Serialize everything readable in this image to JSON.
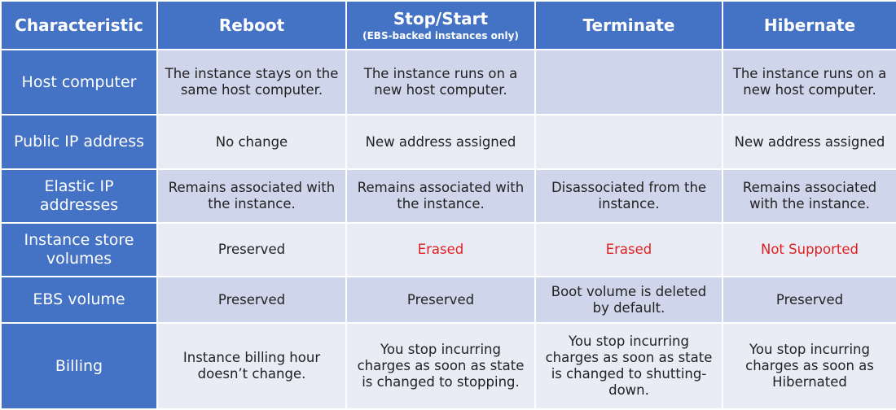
{
  "colors": {
    "header_bg": "#4472C4",
    "band_dark": "#CFD5EA",
    "band_light": "#E9EBF5",
    "warning_text": "#E02020"
  },
  "columns": [
    {
      "label": "Characteristic",
      "sub": ""
    },
    {
      "label": "Reboot",
      "sub": ""
    },
    {
      "label": "Stop/Start",
      "sub": "(EBS-backed instances only)"
    },
    {
      "label": "Terminate",
      "sub": ""
    },
    {
      "label": "Hibernate",
      "sub": ""
    }
  ],
  "rows": [
    {
      "label": "Host computer",
      "cells": [
        {
          "text": "The instance stays on the same host computer.",
          "warn": false
        },
        {
          "text": "The instance runs on a new host computer.",
          "warn": false
        },
        {
          "text": "",
          "warn": false
        },
        {
          "text": "The instance runs on a new host computer.",
          "warn": false
        }
      ]
    },
    {
      "label": "Public IP address",
      "cells": [
        {
          "text": "No change",
          "warn": false
        },
        {
          "text": "New address assigned",
          "warn": false
        },
        {
          "text": "",
          "warn": false
        },
        {
          "text": "New address assigned",
          "warn": false
        }
      ]
    },
    {
      "label": "Elastic IP addresses",
      "cells": [
        {
          "text": "Remains associated with the instance.",
          "warn": false
        },
        {
          "text": "Remains associated with the instance.",
          "warn": false
        },
        {
          "text": "Disassociated from the instance.",
          "warn": false
        },
        {
          "text": "Remains associated with the instance.",
          "warn": false
        }
      ]
    },
    {
      "label": "Instance store volumes",
      "cells": [
        {
          "text": "Preserved",
          "warn": false
        },
        {
          "text": "Erased",
          "warn": true
        },
        {
          "text": "Erased",
          "warn": true
        },
        {
          "text": "Not Supported",
          "warn": true
        }
      ]
    },
    {
      "label": "EBS volume",
      "cells": [
        {
          "text": "Preserved",
          "warn": false
        },
        {
          "text": "Preserved",
          "warn": false
        },
        {
          "text": "Boot volume is deleted by default.",
          "warn": false
        },
        {
          "text": "Preserved",
          "warn": false
        }
      ]
    },
    {
      "label": "Billing",
      "cells": [
        {
          "text": "Instance billing hour doesn’t change.",
          "warn": false
        },
        {
          "text": "You stop incurring charges as soon as state is changed to stopping.",
          "warn": false
        },
        {
          "text": "You stop incurring charges as soon as state is changed to shutting-down.",
          "warn": false
        },
        {
          "text": "You stop incurring charges as soon as Hibernated",
          "warn": false
        }
      ]
    }
  ]
}
